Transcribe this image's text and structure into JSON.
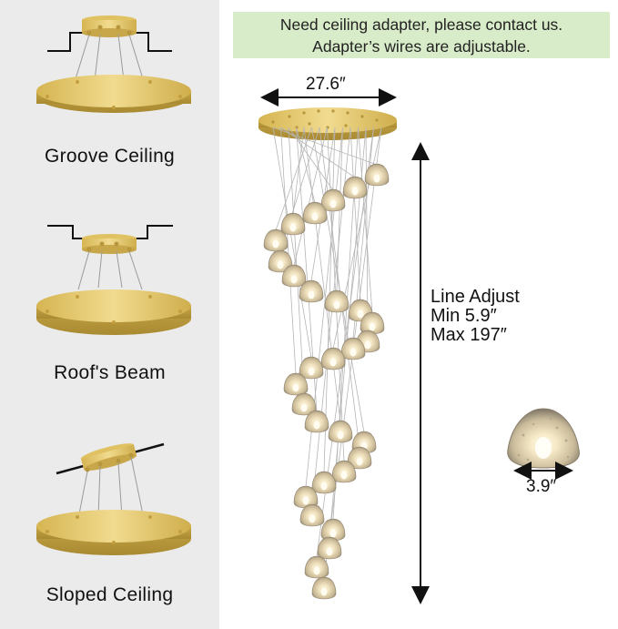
{
  "notice": {
    "line1": "Need ceiling adapter, please contact us.",
    "line2": "Adapter’s wires are adjustable."
  },
  "installations": [
    {
      "label": "Groove Ceiling"
    },
    {
      "label": "Roof's Beam"
    },
    {
      "label": "Sloped Ceiling"
    }
  ],
  "dimensions": {
    "canopy_width": "27.6″",
    "line_adjust_title": "Line Adjust",
    "line_min": "Min 5.9″",
    "line_max": "Max 197″",
    "pendant_width": "3.9″"
  },
  "colors": {
    "panel_bg": "#ebebeb",
    "notice_bg": "#d9ecc9",
    "gold": "#e3c768"
  }
}
